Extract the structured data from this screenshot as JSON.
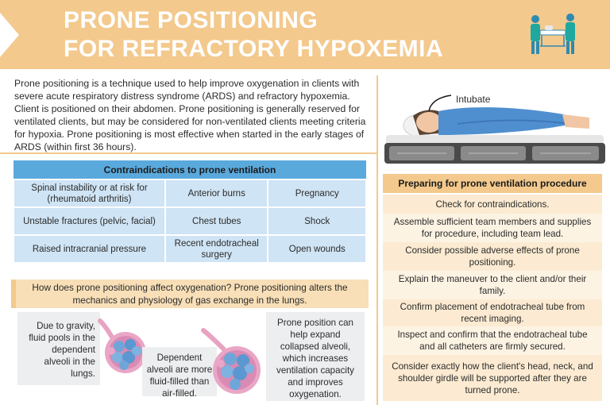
{
  "header": {
    "title_line1": "PRONE POSITIONING",
    "title_line2": "FOR REFRACTORY HYPOXEMIA",
    "colors": {
      "banner": "#f3c98d",
      "title": "#ffffff"
    }
  },
  "intro": "Prone positioning is a technique used to help improve oxygenation in clients with severe acute respiratory distress syndrome (ARDS) and refractory hypoxemia. Client is positioned on their abdomen. Prone positioning is generally reserved for ventilated clients, but may be considered for non-ventilated clients meeting criteria for hypoxia. Prone positioning is most effective when started in the early stages of ARDS (within first 36 hours).",
  "contraindications": {
    "heading": "Contraindications to prone ventilation",
    "rows": [
      [
        "Spinal instability or at risk for (rheumatoid arthritis)",
        "Anterior burns",
        "Pregnancy"
      ],
      [
        "Unstable fractures (pelvic, facial)",
        "Chest tubes",
        "Shock"
      ],
      [
        "Raised intracranial pressure",
        "Recent endotracheal surgery",
        "Open wounds"
      ]
    ],
    "colors": {
      "header": "#5aa9dc",
      "cell": "#cfe4f5"
    }
  },
  "oxygenation": {
    "question": "How does prone positioning affect oxygenation? Prone positioning alters the mechanics and physiology of gas exchange in the lungs.",
    "card1": "Due to gravity, fluid pools in the dependent alveoli in the lungs.",
    "card2": "Dependent alveoli are more fluid-filled than air-filled.",
    "card3": "Prone position can help expand collapsed alveoli, which increases ventilation capacity and improves oxygenation."
  },
  "illustration": {
    "intubate_label": "Intubate"
  },
  "preparing": {
    "heading": "Preparing for prone ventilation procedure",
    "items": [
      "Check for contraindications.",
      "Assemble sufficient team members and supplies for procedure, including team lead.",
      "Consider possible adverse effects of prone positioning.",
      "Explain the maneuver to the client and/or their family.",
      "Confirm placement of endotracheal tube from recent imaging.",
      "Inspect and confirm that the endotracheal tube and all catheters are firmly secured.",
      "Consider exactly how the client's head, neck, and shoulder girdle will be supported after they are turned prone."
    ]
  }
}
